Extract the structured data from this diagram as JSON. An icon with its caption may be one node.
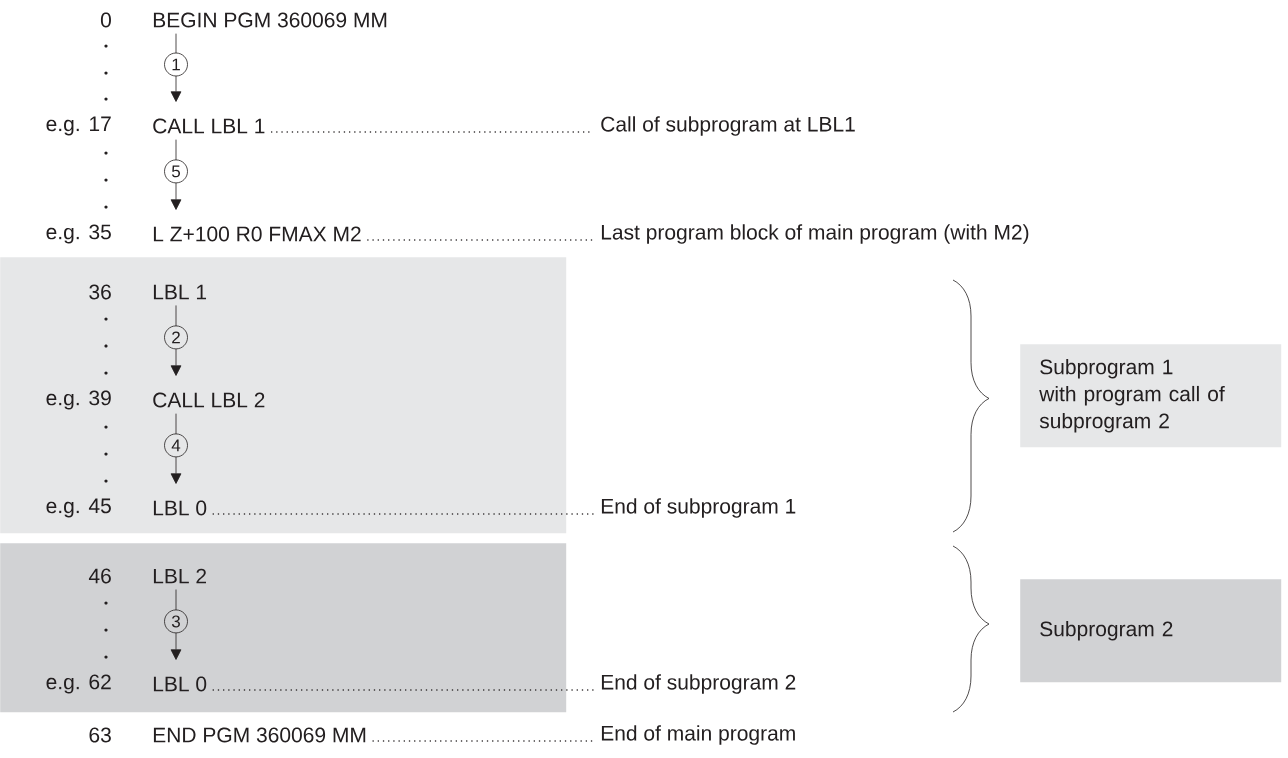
{
  "diagram": {
    "nodes": [
      {
        "text": [
          "BEGIN PGM 360069 MM"
        ],
        "beside": [
          "0"
        ]
      },
      {
        "text": [
          "CALL LBL 1"
        ],
        "beside": [
          "e.g. 17"
        ]
      },
      {
        "text": [
          "Call of subprogram at LBL1"
        ]
      },
      {
        "text": [
          "L Z+100 R0 FMAX M2"
        ],
        "beside": [
          "e.g. 35"
        ]
      },
      {
        "text": [
          "Last program block of main program (with M2)"
        ]
      },
      {
        "text": [],
        "shape": "box"
      },
      {
        "text": [
          "LBL 1"
        ],
        "beside": [
          "36"
        ],
        "in": 5
      },
      {
        "text": [
          "CALL LBL 2"
        ],
        "beside": [
          "e.g. 39"
        ],
        "in": 5
      },
      {
        "text": [
          "LBL 0"
        ],
        "beside": [
          "e.g. 45"
        ],
        "in": 5
      },
      {
        "text": [
          "End of subprogram 1"
        ]
      },
      {
        "text": [],
        "shape": "box"
      },
      {
        "text": [
          "LBL 2"
        ],
        "beside": [
          "46"
        ],
        "in": 10
      },
      {
        "text": [
          "LBL 0"
        ],
        "beside": [
          "e.g. 62"
        ],
        "in": 10
      },
      {
        "text": [
          "End of subprogram 2"
        ]
      },
      {
        "text": [
          "END PGM 360069 MM"
        ],
        "beside": [
          "63"
        ]
      },
      {
        "text": [
          "End of main program"
        ]
      },
      {
        "text": [
          "Subprogram 1",
          "with program call of subprogram 2"
        ]
      },
      {
        "text": [
          "Subprogram 2"
        ]
      }
    ],
    "edges": [
      {
        "from": 0,
        "to": 1,
        "arrow": "to",
        "label": "1"
      },
      {
        "from": 1,
        "to": 2,
        "arrow": "none",
        "style": "dashed"
      },
      {
        "from": 1,
        "to": 3,
        "arrow": "to",
        "label": "5"
      },
      {
        "from": 3,
        "to": 4,
        "arrow": "none",
        "style": "dashed"
      },
      {
        "from": 6,
        "to": 7,
        "arrow": "to",
        "label": "2"
      },
      {
        "from": 7,
        "to": 8,
        "arrow": "to",
        "label": "4"
      },
      {
        "from": 8,
        "to": 9,
        "arrow": "none",
        "style": "dashed"
      },
      {
        "from": 11,
        "to": 12,
        "arrow": "to",
        "label": "3"
      },
      {
        "from": 12,
        "to": 13,
        "arrow": "none",
        "style": "dashed"
      },
      {
        "from": 14,
        "to": 15,
        "arrow": "none",
        "style": "dashed"
      }
    ]
  }
}
